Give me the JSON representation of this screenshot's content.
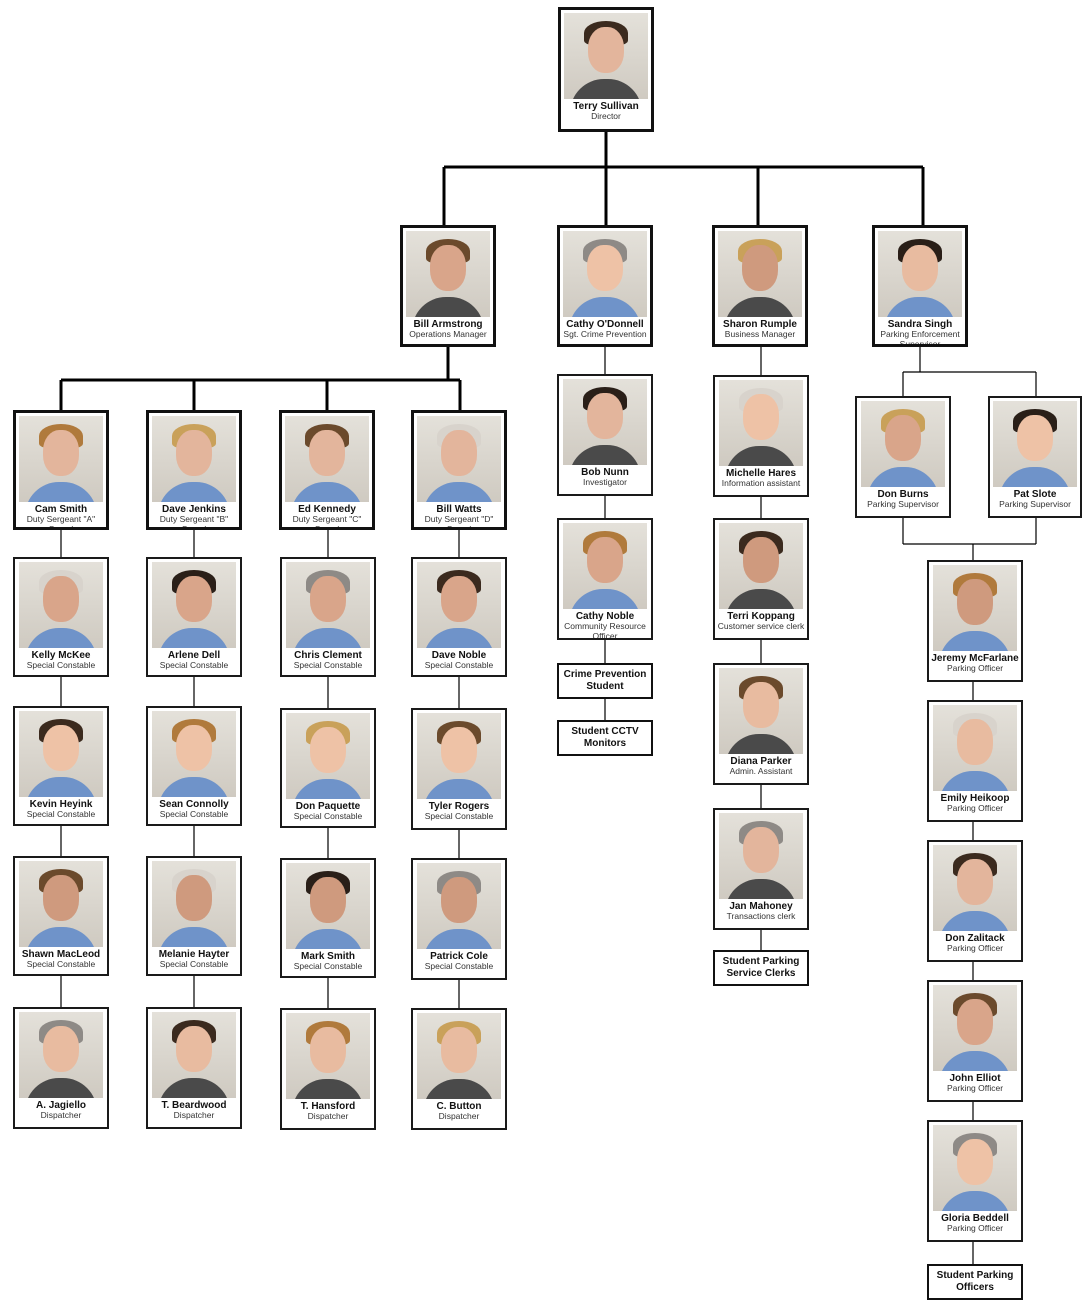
{
  "people": [
    {
      "id": "director",
      "name": "Terry Sullivan",
      "title": "Director"
    },
    {
      "id": "ops",
      "name": "Bill Armstrong",
      "title": "Operations Manager"
    },
    {
      "id": "crime",
      "name": "Cathy O'Donnell",
      "title": "Sgt. Crime Prevention"
    },
    {
      "id": "biz",
      "name": "Sharon Rumple",
      "title": "Business Manager"
    },
    {
      "id": "park",
      "name": "Sandra Singh",
      "title": "Parking Enforcement Supervisor"
    },
    {
      "id": "a1",
      "name": "Cam Smith",
      "title": "Duty Sergeant \"A\" Squad"
    },
    {
      "id": "a2",
      "name": "Kelly McKee",
      "title": "Special Constable"
    },
    {
      "id": "a3",
      "name": "Kevin Heyink",
      "title": "Special Constable"
    },
    {
      "id": "a4",
      "name": "Shawn MacLeod",
      "title": "Special Constable"
    },
    {
      "id": "a5",
      "name": "A. Jagiello",
      "title": "Dispatcher"
    },
    {
      "id": "b1",
      "name": "Dave Jenkins",
      "title": "Duty Sergeant \"B\" Squad"
    },
    {
      "id": "b2",
      "name": "Arlene Dell",
      "title": "Special Constable"
    },
    {
      "id": "b3",
      "name": "Sean Connolly",
      "title": "Special Constable"
    },
    {
      "id": "b4",
      "name": "Melanie Hayter",
      "title": "Special Constable"
    },
    {
      "id": "b5",
      "name": "T. Beardwood",
      "title": "Dispatcher"
    },
    {
      "id": "c1",
      "name": "Ed Kennedy",
      "title": "Duty Sergeant \"C\" Squad"
    },
    {
      "id": "c2",
      "name": "Chris Clement",
      "title": "Special Constable"
    },
    {
      "id": "c3",
      "name": "Don Paquette",
      "title": "Special Constable"
    },
    {
      "id": "c4",
      "name": "Mark Smith",
      "title": "Special Constable"
    },
    {
      "id": "c5",
      "name": "T. Hansford",
      "title": "Dispatcher"
    },
    {
      "id": "d1",
      "name": "Bill Watts",
      "title": "Duty Sergeant \"D\" Squad"
    },
    {
      "id": "d2",
      "name": "Dave Noble",
      "title": "Special Constable"
    },
    {
      "id": "d3",
      "name": "Tyler Rogers",
      "title": "Special Constable"
    },
    {
      "id": "d4",
      "name": "Patrick Cole",
      "title": "Special Constable"
    },
    {
      "id": "d5",
      "name": "C. Button",
      "title": "Dispatcher"
    },
    {
      "id": "cp1",
      "name": "Bob Nunn",
      "title": "Investigator"
    },
    {
      "id": "cp2",
      "name": "Cathy Noble",
      "title": "Community Resource Officer"
    },
    {
      "id": "bm1",
      "name": "Michelle Hares",
      "title": "Information assistant"
    },
    {
      "id": "bm2",
      "name": "Terri Koppang",
      "title": "Customer service clerk"
    },
    {
      "id": "bm3",
      "name": "Diana Parker",
      "title": "Admin. Assistant"
    },
    {
      "id": "bm4",
      "name": "Jan Mahoney",
      "title": "Transactions clerk"
    },
    {
      "id": "ps1",
      "name": "Don Burns",
      "title": "Parking Supervisor"
    },
    {
      "id": "ps2",
      "name": "Pat Slote",
      "title": "Parking Supervisor"
    },
    {
      "id": "po1",
      "name": "Jeremy McFarlane",
      "title": "Parking Officer"
    },
    {
      "id": "po2",
      "name": "Emily Heikoop",
      "title": "Parking Officer"
    },
    {
      "id": "po3",
      "name": "Don Zalitack",
      "title": "Parking Officer"
    },
    {
      "id": "po4",
      "name": "John Elliot",
      "title": "Parking Officer"
    },
    {
      "id": "po5",
      "name": "Gloria Beddell",
      "title": "Parking Officer"
    }
  ],
  "groups": [
    {
      "id": "g1",
      "label": "Crime Prevention Student"
    },
    {
      "id": "g2",
      "label": "Student CCTV Monitors"
    },
    {
      "id": "g3",
      "label": "Student Parking Service Clerks"
    },
    {
      "id": "g4",
      "label": "Student Parking Officers"
    }
  ],
  "colors": {
    "line": "#000000",
    "border": "#1a1a1a",
    "uniform": "#6f93c9"
  }
}
